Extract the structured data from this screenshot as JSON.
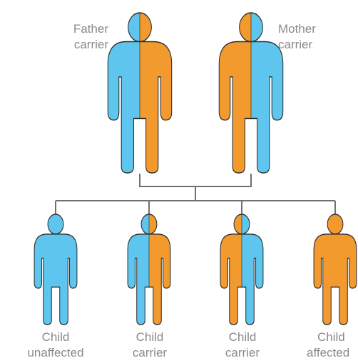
{
  "colors": {
    "unaffected": "#5EC6EE",
    "affected": "#F29A2E",
    "outline": "#2f2f2f",
    "connector": "#707070",
    "label_text": "#8a8a8a"
  },
  "parents": [
    {
      "line1": "Father",
      "line2": "carrier",
      "left_color": "unaffected",
      "right_color": "affected"
    },
    {
      "line1": "Mother",
      "line2": "carrier",
      "left_color": "affected",
      "right_color": "unaffected"
    }
  ],
  "children": [
    {
      "line1": "Child",
      "line2": "unaffected",
      "left_color": "unaffected",
      "right_color": "unaffected"
    },
    {
      "line1": "Child",
      "line2": "carrier",
      "left_color": "unaffected",
      "right_color": "affected"
    },
    {
      "line1": "Child",
      "line2": "carrier",
      "left_color": "affected",
      "right_color": "unaffected"
    },
    {
      "line1": "Child",
      "line2": "affected",
      "left_color": "affected",
      "right_color": "affected"
    }
  ]
}
